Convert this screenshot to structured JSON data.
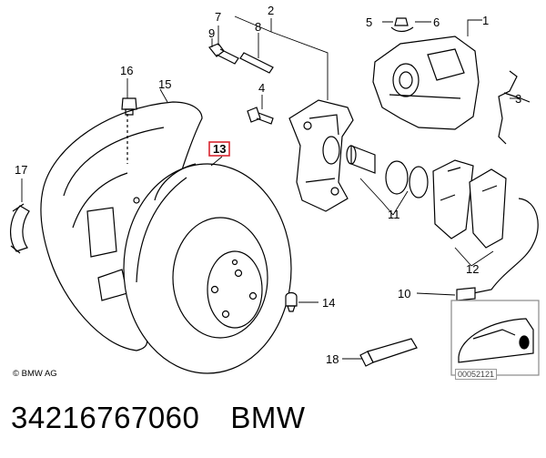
{
  "callouts": {
    "c1": "1",
    "c2": "2",
    "c3": "3",
    "c4": "4",
    "c5": "5",
    "c6": "6",
    "c7": "7",
    "c8": "8",
    "c9": "9",
    "c10": "10",
    "c11": "11",
    "c12": "12",
    "c13": "13",
    "c14": "14",
    "c15": "15",
    "c16": "16",
    "c17": "17",
    "c18": "18"
  },
  "highlight_color": "#d9252f",
  "copyright": "© BMW AG",
  "reference_code": "00052121",
  "caption": {
    "part_number": "34216767060",
    "brand": "BMW"
  }
}
